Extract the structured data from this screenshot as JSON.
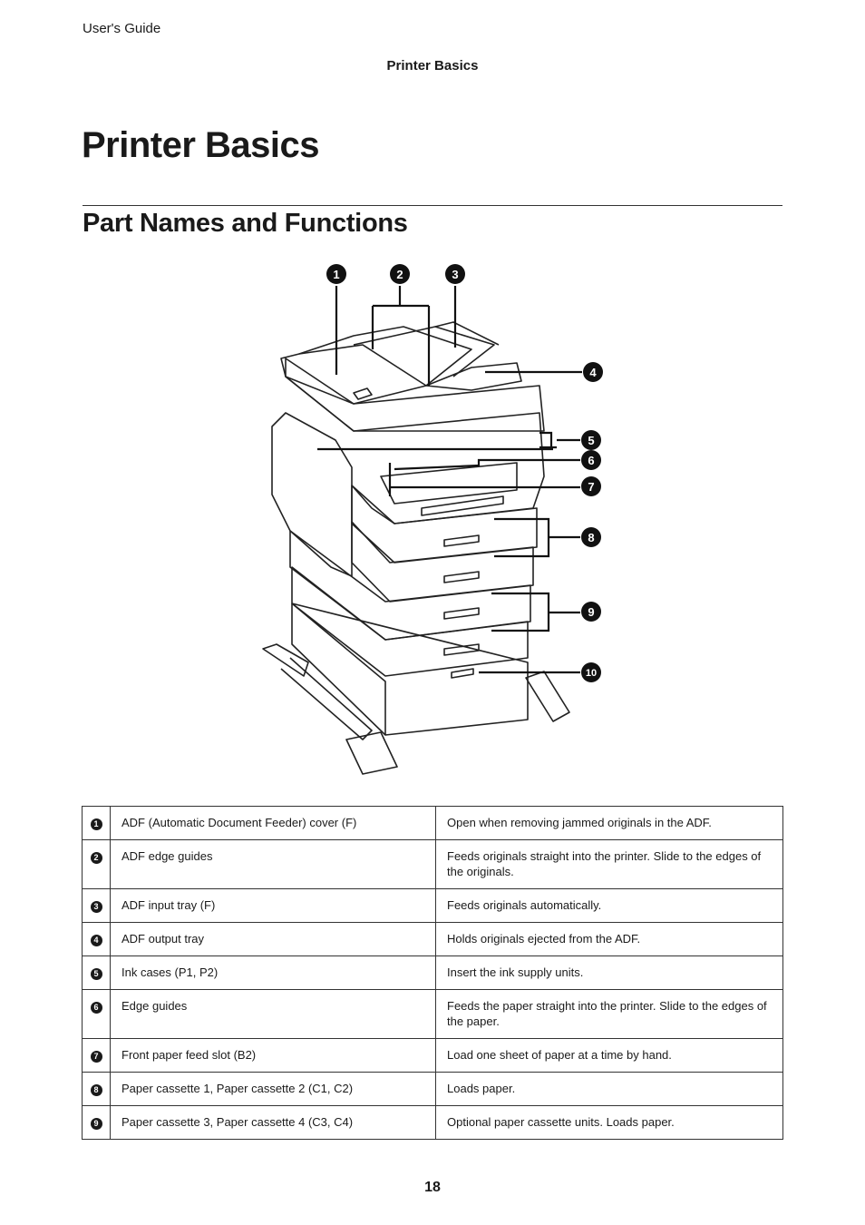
{
  "header": {
    "guide_label": "User's Guide",
    "section_label": "Printer Basics"
  },
  "title": "Printer Basics",
  "subtitle": "Part Names and Functions",
  "callouts": [
    "1",
    "2",
    "3",
    "4",
    "5",
    "6",
    "7",
    "8",
    "9",
    "10"
  ],
  "parts": [
    {
      "num": "1",
      "name": "ADF (Automatic Document Feeder) cover (F)",
      "function": "Open when removing jammed originals in the ADF."
    },
    {
      "num": "2",
      "name": "ADF edge guides",
      "function": "Feeds originals straight into the printer. Slide to the edges of the originals."
    },
    {
      "num": "3",
      "name": "ADF input tray (F)",
      "function": "Feeds originals automatically."
    },
    {
      "num": "4",
      "name": "ADF output tray",
      "function": "Holds originals ejected from the ADF."
    },
    {
      "num": "5",
      "name": "Ink cases (P1, P2)",
      "function": "Insert the ink supply units."
    },
    {
      "num": "6",
      "name": "Edge guides",
      "function": "Feeds the paper straight into the printer. Slide to the edges of the paper."
    },
    {
      "num": "7",
      "name": "Front paper feed slot (B2)",
      "function": "Load one sheet of paper at a time by hand."
    },
    {
      "num": "8",
      "name": "Paper cassette 1, Paper cassette 2 (C1, C2)",
      "function": "Loads paper."
    },
    {
      "num": "9",
      "name": "Paper cassette 3, Paper cassette 4 (C3, C4)",
      "function": "Optional paper cassette units. Loads paper."
    }
  ],
  "page_number": "18"
}
